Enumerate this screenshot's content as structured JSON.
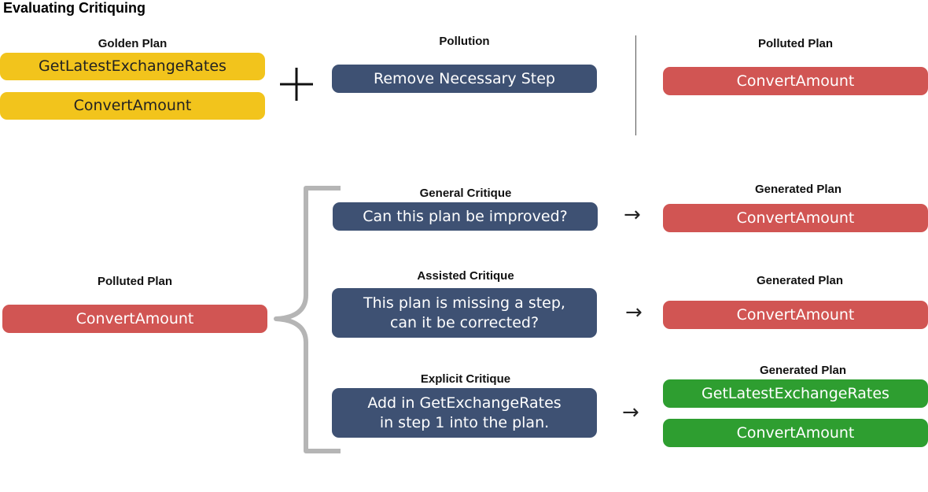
{
  "title": "Evaluating Critiquing",
  "top": {
    "golden_header": "Golden Plan",
    "golden_steps": [
      "GetLatestExchangeRates",
      "ConvertAmount"
    ],
    "plus": "+",
    "pollution_header": "Pollution",
    "pollution_action": "Remove Necessary Step",
    "polluted_header": "Polluted Plan",
    "polluted_steps": [
      "ConvertAmount"
    ]
  },
  "bottom": {
    "polluted_header": "Polluted Plan",
    "polluted_step": "ConvertAmount",
    "critiques": [
      {
        "header": "General Critique",
        "prompt_lines": [
          "Can this plan be improved?"
        ],
        "generated_header": "Generated Plan",
        "generated_steps": [
          "ConvertAmount"
        ],
        "arrow": "→"
      },
      {
        "header": "Assisted Critique",
        "prompt_lines": [
          "This plan is missing a step,",
          "can it be corrected?"
        ],
        "generated_header": "Generated Plan",
        "generated_steps": [
          "ConvertAmount"
        ],
        "arrow": "→"
      },
      {
        "header": "Explicit Critique",
        "prompt_lines": [
          "Add in GetExchangeRates",
          "in step 1 into the plan."
        ],
        "generated_header": "Generated Plan",
        "generated_steps": [
          "GetLatestExchangeRates",
          "ConvertAmount"
        ],
        "arrow": "→"
      }
    ]
  },
  "colors": {
    "golden": "#f2c41c",
    "pollution": "#3e5173",
    "polluted": "#d15553",
    "corrected": "#2e9e30",
    "brace": "#b5b5b5"
  }
}
